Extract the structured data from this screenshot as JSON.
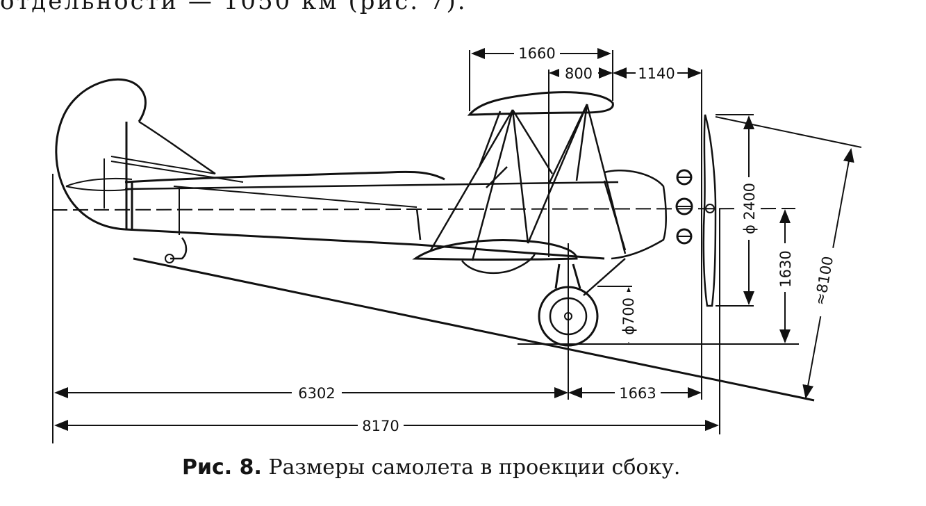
{
  "header_fragment": "отдельности — 1050 км (рис. 7).",
  "caption": {
    "figure_number": "Рис. 8.",
    "text": "Размеры самолета в проекции сбоку."
  },
  "dimensions": {
    "upper_wing_chord": "1660",
    "strut_offset": "800",
    "wing_to_nose": "1140",
    "propeller_diameter": "ϕ 2400",
    "axis_height": "1630",
    "wheel_diameter": "ϕ700",
    "ground_line_length": "≈8100",
    "tail_to_gear": "6302",
    "gear_to_nose": "1663",
    "overall_length": "8170"
  }
}
